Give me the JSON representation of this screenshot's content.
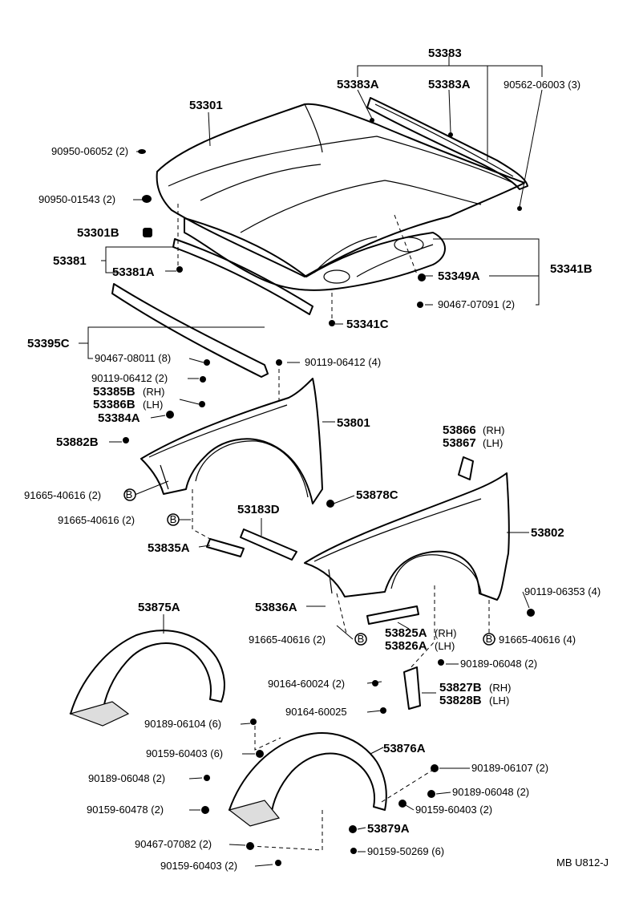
{
  "drawing_code": "MB U812-J",
  "labels": {
    "p53383": "53383",
    "p53383A_1": "53383A",
    "p53383A_2": "53383A",
    "p90562": "90562-06003 (3)",
    "p53301": "53301",
    "p90950_06052": "90950-06052 (2)",
    "p90950_01543": "90950-01543 (2)",
    "p53301B": "53301B",
    "p53381": "53381",
    "p53381A": "53381A",
    "p53349A": "53349A",
    "p53341B": "53341B",
    "p90467_07091": "90467-07091 (2)",
    "p53341C": "53341C",
    "p53395C": "53395C",
    "p90467_08011": "90467-08011 (8)",
    "p90119_06412_4": "90119-06412 (4)",
    "p90119_06412_2": "90119-06412 (2)",
    "p53385B": "53385B",
    "p53385B_side": "(RH)",
    "p53386B": "53386B",
    "p53386B_side": "(LH)",
    "p53384A": "53384A",
    "p53801": "53801",
    "p53882B": "53882B",
    "p53866": "53866",
    "p53866_side": "(RH)",
    "p53867": "53867",
    "p53867_side": "(LH)",
    "p91665_40616_2a": "91665-40616 (2)",
    "p53878C": "53878C",
    "p53183D": "53183D",
    "p91665_40616_2b": "91665-40616 (2)",
    "p53802": "53802",
    "p53835A": "53835A",
    "p53875A": "53875A",
    "p53836A": "53836A",
    "p90119_06353": "90119-06353 (4)",
    "p53825A": "53825A",
    "p53825A_side": "(RH)",
    "p53826A": "53826A",
    "p53826A_side": "(LH)",
    "p91665_40616_2c": "91665-40616 (2)",
    "p91665_40616_4": "91665-40616 (4)",
    "p90189_06048_2a": "90189-06048 (2)",
    "p90164_60024": "90164-60024 (2)",
    "p53827B": "53827B",
    "p53827B_side": "(RH)",
    "p53828B": "53828B",
    "p53828B_side": "(LH)",
    "p90164_60025": "90164-60025",
    "p90189_06104": "90189-06104 (6)",
    "p90159_60403_6": "90159-60403 (6)",
    "p53876A": "53876A",
    "p90189_06048_2b": "90189-06048 (2)",
    "p90189_06107": "90189-06107 (2)",
    "p90189_06048_2c": "90189-06048 (2)",
    "p90159_60478": "90159-60478 (2)",
    "p90159_60403_2a": "90159-60403 (2)",
    "p53879A": "53879A",
    "p90467_07082": "90467-07082 (2)",
    "p90159_50269": "90159-50269 (6)",
    "p90159_60403_2b": "90159-60403 (2)",
    "marker_B": "B"
  }
}
